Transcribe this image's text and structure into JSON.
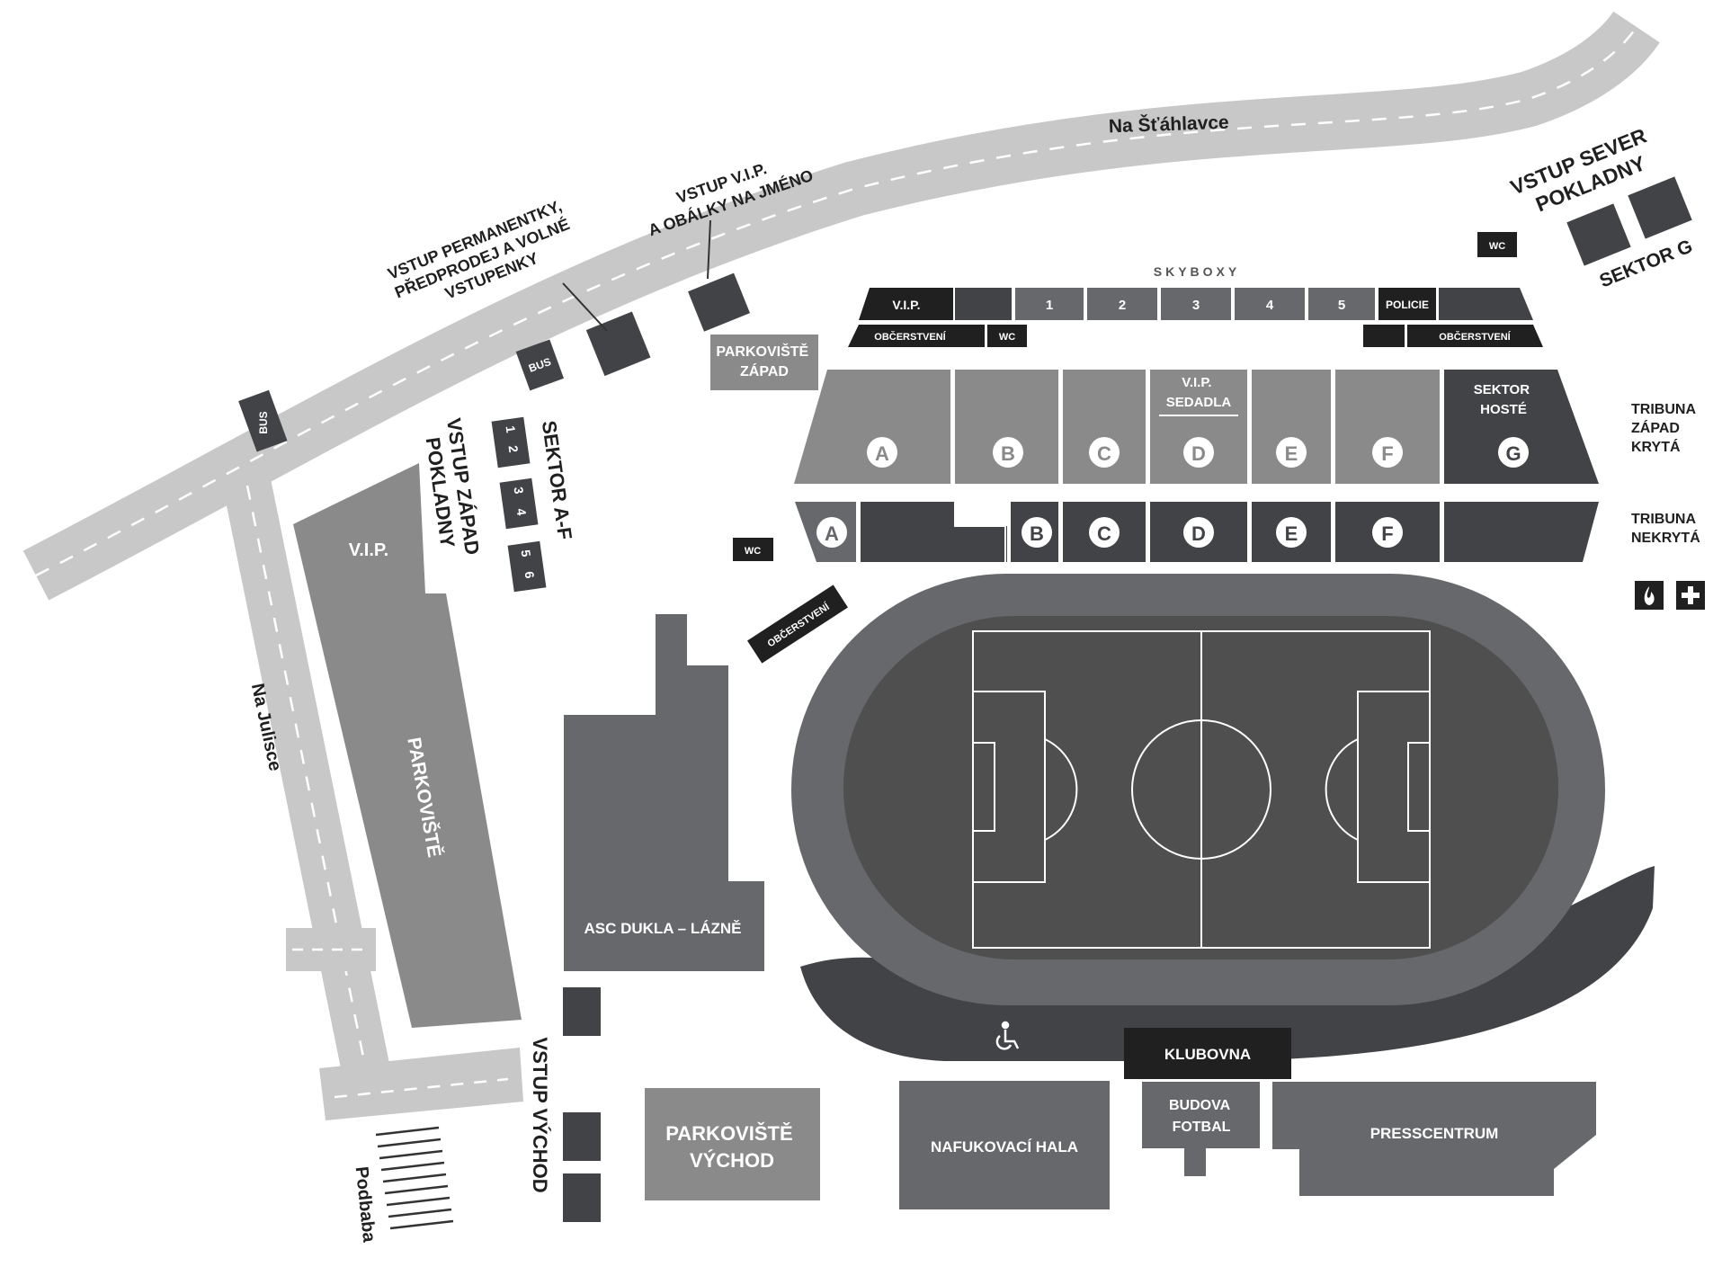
{
  "streets": {
    "north": "Na Šťáhlavce",
    "west": "Na Julisce",
    "south": "Podbaba"
  },
  "entrances": {
    "permanent": [
      "VSTUP PERMANENTKY,",
      "PŘEDPRODEJ A VOLNÉ",
      "VSTUPENKY"
    ],
    "vip": [
      "VSTUP V.I.P.",
      "A OBÁLKY NA JMÉNO"
    ],
    "north": [
      "VSTUP SEVER",
      "POKLADNY"
    ],
    "sector_g": "SEKTOR G",
    "west_sector": "SEKTOR  A-F",
    "west": [
      "VSTUP ZÁPAD",
      "POKLADNY"
    ],
    "east": "VSTUP VÝCHOD"
  },
  "bus": "BUS",
  "wc": "WC",
  "cashier_windows": [
    "1",
    "2",
    "3",
    "4",
    "5",
    "6"
  ],
  "skybox": {
    "title": "SKYBOXY",
    "vip": "V.I.P.",
    "boxes": [
      "1",
      "2",
      "3",
      "4",
      "5"
    ],
    "police": "POLICIE",
    "refreshment": "OBČERSTVENÍ"
  },
  "parking": {
    "west": [
      "PARKOVIŠTĚ",
      "ZÁPAD"
    ],
    "main": "PARKOVIŠTĚ",
    "vip": "V.I.P.",
    "east": [
      "PARKOVIŠTĚ",
      "VÝCHOD"
    ]
  },
  "upper_stand": {
    "vip_seats": [
      "V.I.P.",
      "SEDADLA"
    ],
    "guest": [
      "SEKTOR",
      "HOSTÉ"
    ],
    "sectors": [
      "A",
      "B",
      "C",
      "D",
      "E",
      "F",
      "G"
    ],
    "label": [
      "TRIBUNA",
      "ZÁPAD",
      "KRYTÁ"
    ]
  },
  "lower_stand": {
    "sectors": [
      "A",
      "B",
      "C",
      "D",
      "E",
      "F"
    ],
    "label": [
      "TRIBUNA",
      "NEKRYTÁ"
    ]
  },
  "buildings": {
    "dukla": "ASC DUKLA – LÁZNĚ",
    "clubhouse": "KLUBOVNA",
    "hall": "NAFUKOVACÍ HALA",
    "football": [
      "BUDOVA",
      "FOTBAL"
    ],
    "press": "PRESSCENTRUM"
  },
  "refreshment_kiosk": "OBČERSTVENÍ",
  "colors": {
    "road": "#c8c8c8",
    "dark": "#414346",
    "mid": "#67686b",
    "light": "#8a8a8a",
    "pitch": "#4f4f50",
    "black": "#202021"
  },
  "icons": [
    "wheelchair-icon",
    "fire-extinguisher-icon",
    "first-aid-icon"
  ]
}
